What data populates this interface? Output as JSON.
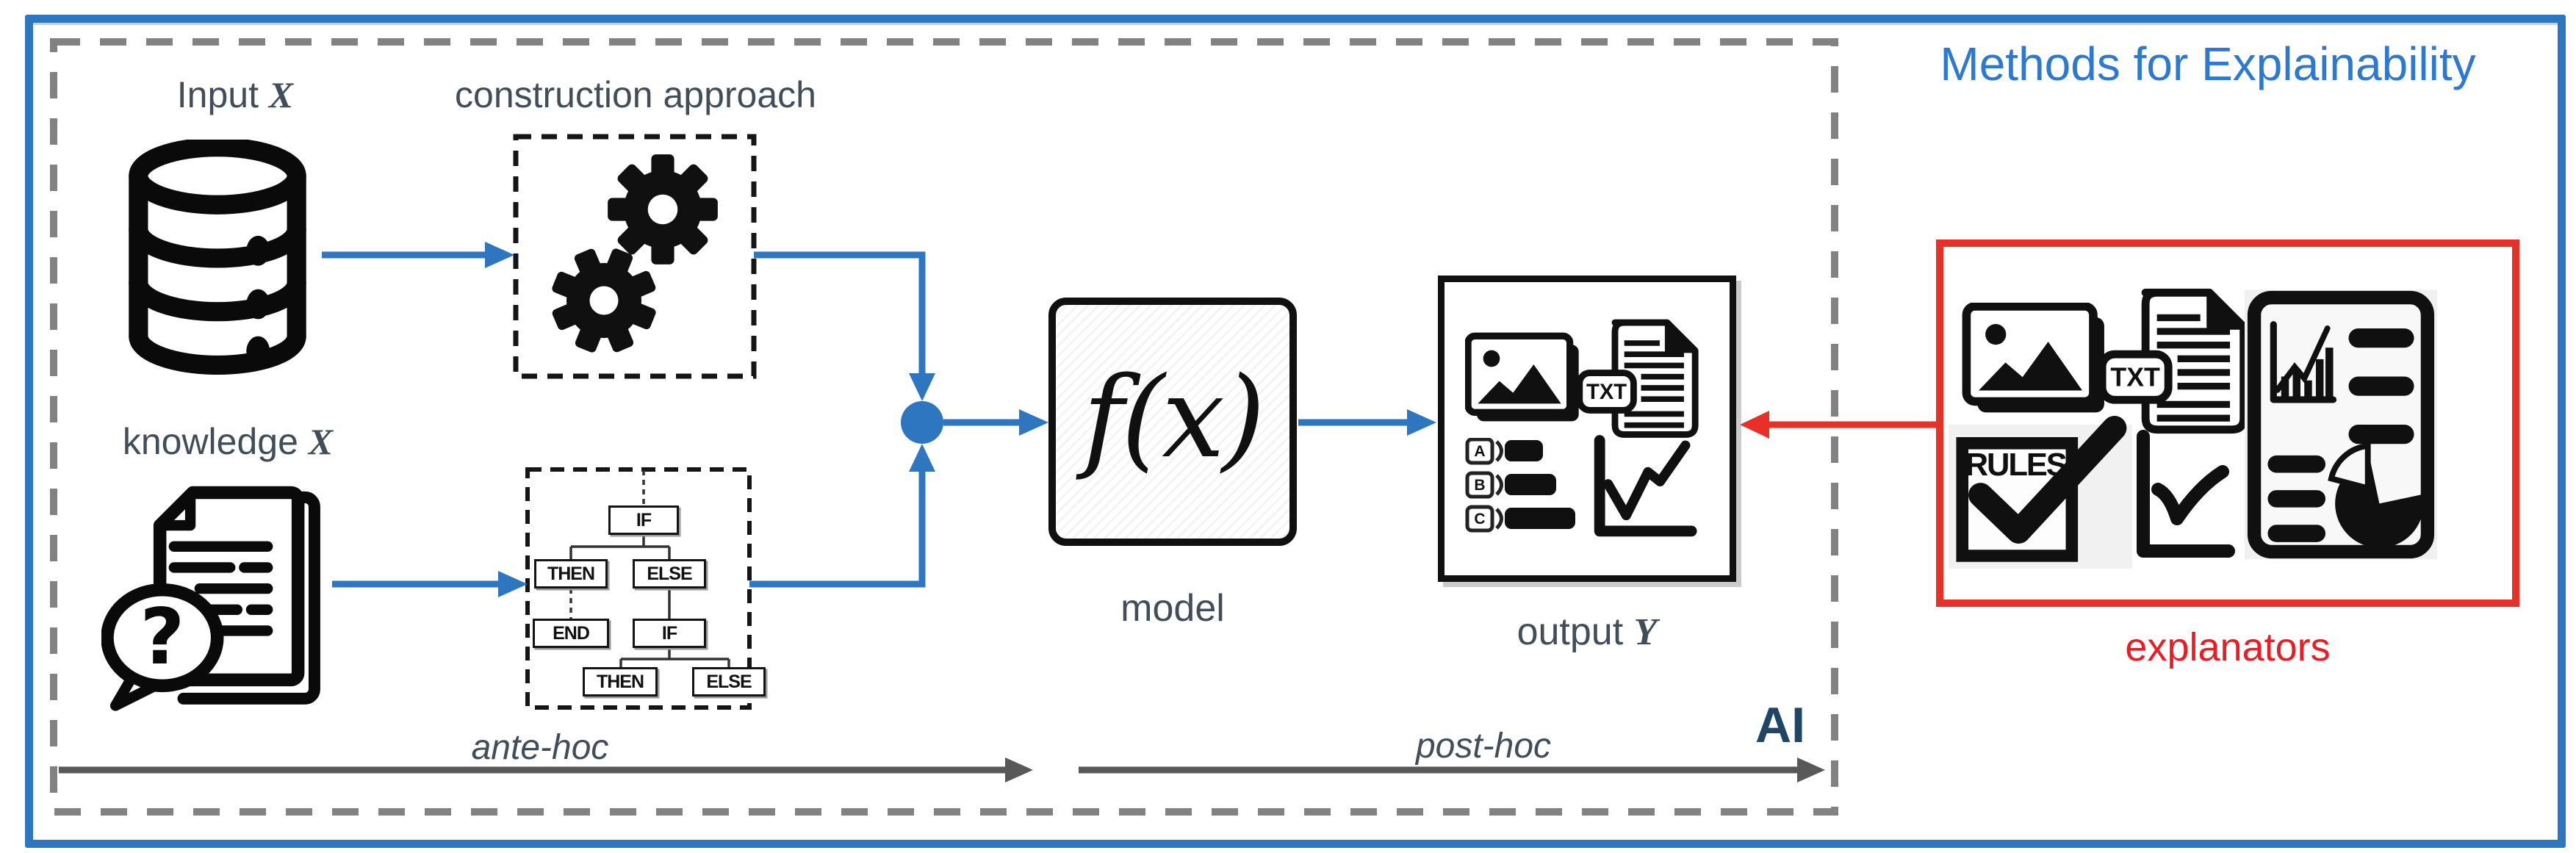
{
  "diagram": {
    "title": "Methods for Explainability",
    "ai_label": "AI",
    "explanators_label": "explanators",
    "input_label": "Input",
    "input_var": "X",
    "construction_label": "construction approach",
    "knowledge_label": "knowledge",
    "knowledge_var": "X",
    "model_label": "model",
    "model_formula": "f(x)",
    "output_label": "output",
    "output_var": "Y",
    "ante_hoc_label": "ante-hoc",
    "post_hoc_label": "post-hoc"
  },
  "tree": {
    "nodes": [
      "IF",
      "THEN",
      "ELSE",
      "END",
      "IF",
      "THEN",
      "ELSE"
    ]
  },
  "output_box": {
    "txt_badge": "TXT",
    "options": [
      "A",
      "B",
      "C"
    ]
  },
  "explanators_box": {
    "txt_badge": "TXT",
    "rules_badge": "RULES"
  },
  "icons": {
    "question_mark": "?"
  },
  "colors": {
    "blue": "#2F76C0",
    "title_blue": "#2B79D0",
    "red": "#E73128",
    "ai_navy": "#1F4666",
    "label_gray": "#414E59",
    "dashed_border_gray": "#828282",
    "arrow_gray": "#585858",
    "icon_black": "#101010"
  }
}
